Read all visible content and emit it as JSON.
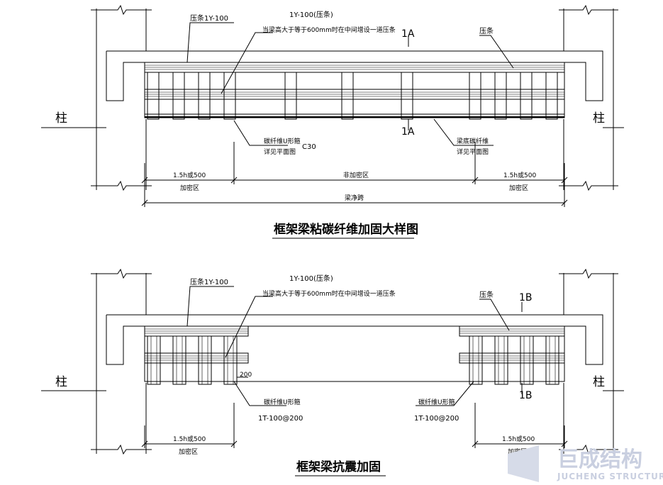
{
  "detail1": {
    "title": "框架梁粘碳纤维加固大样图",
    "column_left": "柱",
    "column_right": "柱",
    "press_strip_left": "压条1Y-100",
    "press_strip_note": "1Y-100(压条)",
    "press_strip_rule": "当梁高大于等于600mm时在中间增设一道压条",
    "press_strip_right": "压条",
    "section_mark_top": "1A",
    "section_mark_bottom": "1A",
    "u_strip_note_1": "碳纤维U形箍",
    "u_strip_note_2": "详见平面图",
    "concrete_grade": "C30",
    "bottom_cfrp_note_1": "梁底碳纤维",
    "bottom_cfrp_note_2": "详见平面图",
    "dim_left": "1.5h或500",
    "dim_mid": "非加密区",
    "dim_right": "1.5h或500",
    "zone_left": "加密区",
    "zone_right": "加密区",
    "clear_span": "梁净跨"
  },
  "detail2": {
    "title": "框架梁抗震加固",
    "column_left": "柱",
    "column_right": "柱",
    "press_strip_left": "压条1Y-100",
    "press_strip_note": "1Y-100(压条)",
    "press_strip_rule": "当梁高大于等于600mm时在中间增设一道压条",
    "press_strip_right": "压条",
    "section_mark_top": "1B",
    "section_mark_bottom": "1B",
    "dim_200": "200",
    "u_strip_left_1": "碳纤维U形箍",
    "u_strip_left_2": "1T-100@200",
    "u_strip_right_1": "碳纤维U形箍",
    "u_strip_right_2": "1T-100@200",
    "dim_left": "1.5h或500",
    "dim_right": "1.5h或500",
    "zone_left": "加密区",
    "zone_right": "加密区"
  },
  "watermark": {
    "name": "巨成结构",
    "english": "JUCHENG STRUCTURE"
  }
}
